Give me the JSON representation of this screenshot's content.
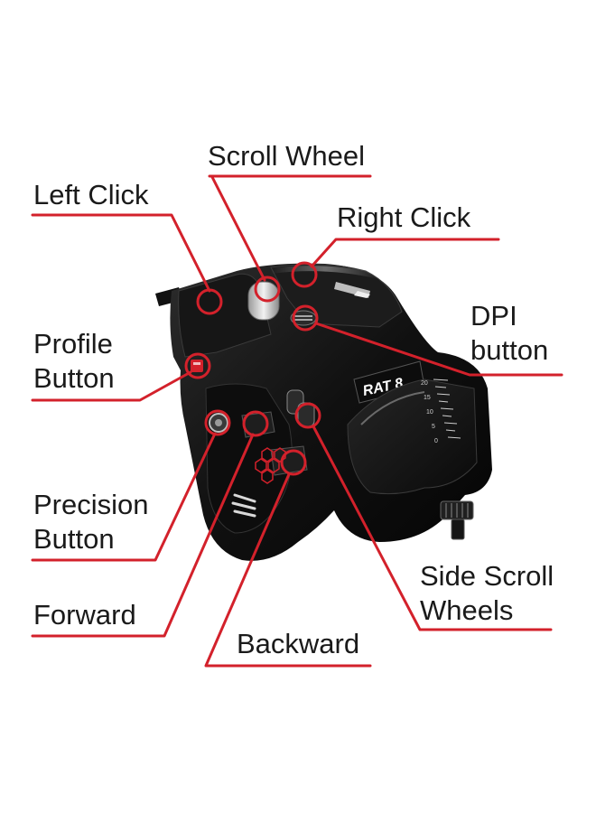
{
  "accent_color": "#d3212b",
  "labels": {
    "scroll_wheel": "Scroll Wheel",
    "left_click": "Left Click",
    "right_click": "Right Click",
    "dpi_line1": "DPI",
    "dpi_line2": "button",
    "profile_line1": "Profile",
    "profile_line2": "Button",
    "precision_line1": "Precision",
    "precision_line2": "Button",
    "forward": "Forward",
    "backward": "Backward",
    "side_scroll_line1": "Side Scroll",
    "side_scroll_line2": "Wheels"
  },
  "mouse": {
    "logo_text": "RAT 8",
    "dpi_scale": [
      "20",
      "15",
      "10",
      "5",
      "0"
    ]
  }
}
